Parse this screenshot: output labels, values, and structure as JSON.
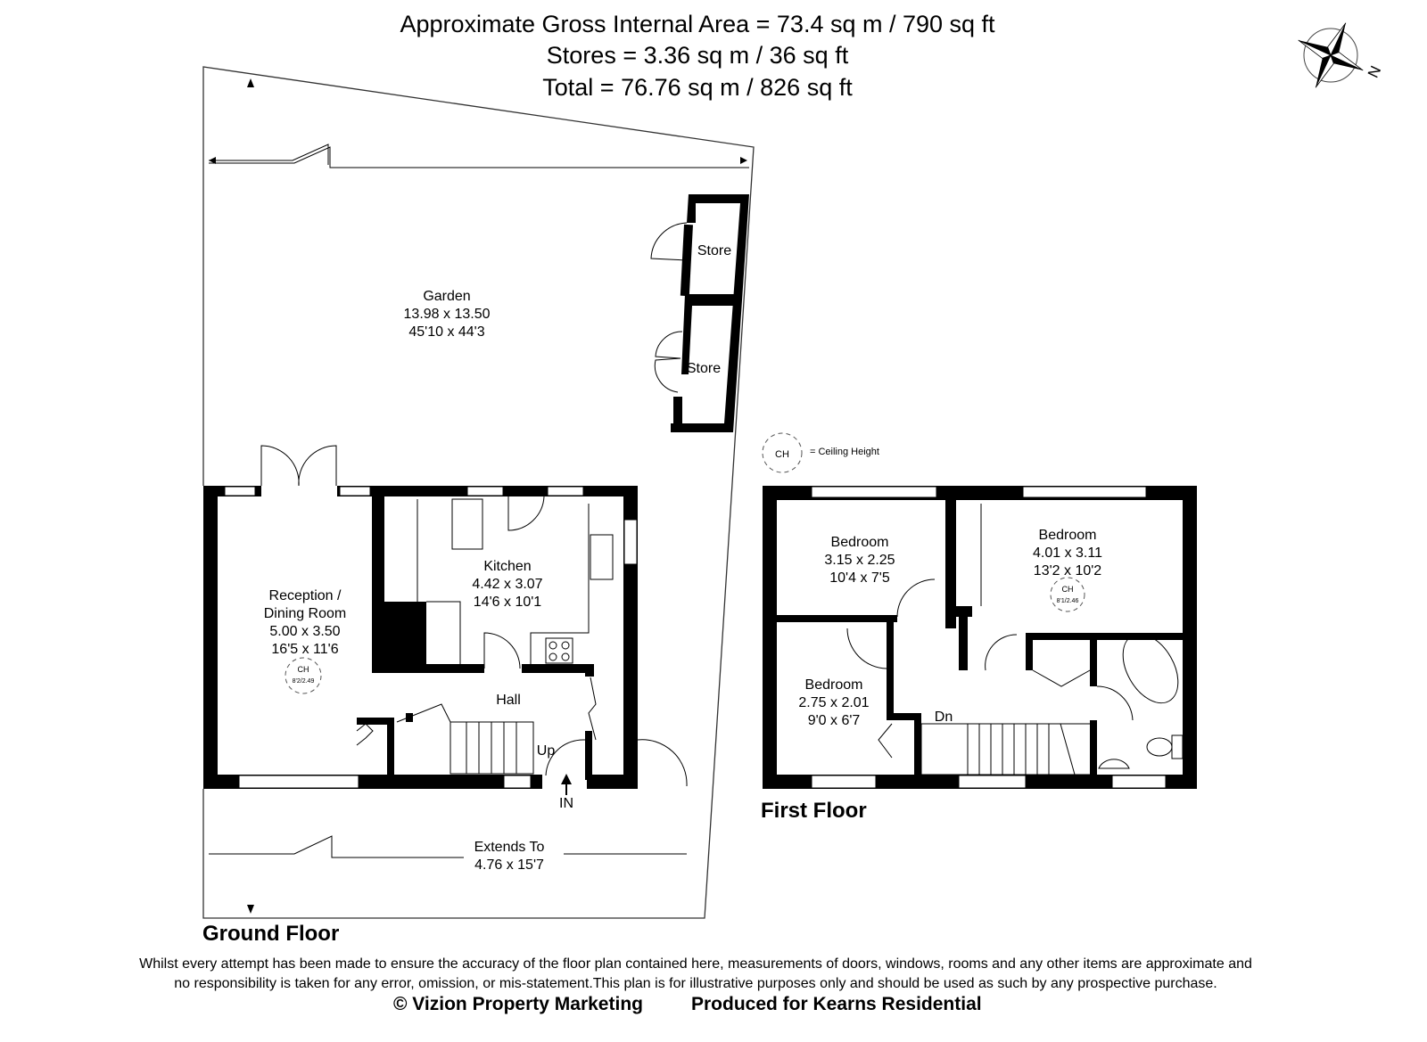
{
  "header": {
    "line1": "Approximate Gross Internal Area = 73.4 sq m / 790 sq ft",
    "line2": "Stores = 3.36 sq m / 36 sq ft",
    "line3": "Total = 76.76 sq m / 826 sq ft"
  },
  "compass": {
    "label": "N",
    "icon": "compass-star-icon"
  },
  "legend": {
    "symbol": "CH",
    "text": "= Ceiling Height"
  },
  "ground_floor": {
    "title": "Ground Floor",
    "rooms": [
      {
        "name": "Garden",
        "metric": "13.98 x 13.50",
        "imperial": "45'10 x 44'3"
      },
      {
        "name": "Store"
      },
      {
        "name": "Store"
      },
      {
        "name": "Kitchen",
        "metric": "4.42 x 3.07",
        "imperial": "14'6 x 10'1"
      },
      {
        "name": "Reception /",
        "name2": "Dining Room",
        "metric": "5.00 x 3.50",
        "imperial": "16'5 x 11'6",
        "ch": "CH",
        "ch_value": "8'2/2.49"
      },
      {
        "name": "Hall"
      },
      {
        "name": "Extends To",
        "metric": "4.76 x 15'7"
      }
    ],
    "stairs_label": "Up",
    "entrance_label": "IN"
  },
  "first_floor": {
    "title": "First Floor",
    "rooms": [
      {
        "name": "Bedroom",
        "metric": "3.15 x 2.25",
        "imperial": "10'4 x 7'5"
      },
      {
        "name": "Bedroom",
        "metric": "4.01 x 3.11",
        "imperial": "13'2 x 10'2",
        "ch": "CH",
        "ch_value": "8'1/2.46"
      },
      {
        "name": "Bedroom",
        "metric": "2.75 x 2.01",
        "imperial": "9'0 x 6'7"
      }
    ],
    "stairs_label": "Dn"
  },
  "footer": {
    "disclaimer1": "Whilst every attempt has been made to ensure the accuracy of the floor plan contained here, measurements of doors, windows, rooms and any other items are approximate and",
    "disclaimer2": "no responsibility is taken for any error, omission, or mis-statement.This plan is for illustrative purposes only and should be used as such by any prospective purchase.",
    "copyright": "© Vizion Property Marketing",
    "produced_for": "Produced for Kearns Residential"
  }
}
